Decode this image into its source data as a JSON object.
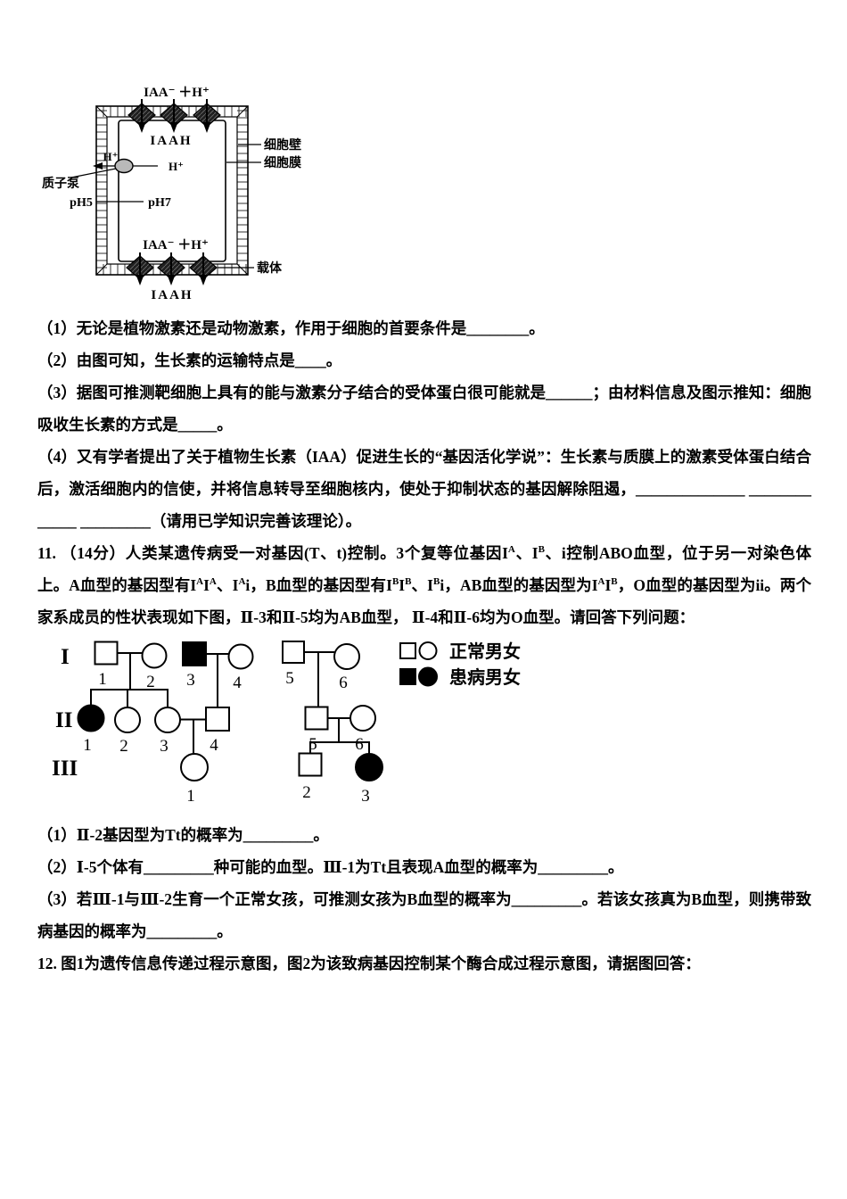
{
  "page": {
    "paper_color": "#ffffff",
    "ink_color": "#000000"
  },
  "auxin_figure": {
    "top_reaction": "IAA⁻ ＋H⁺",
    "top_inside": "IAAH",
    "h_plus_wall": "H⁺",
    "h_plus_pump": "H⁺",
    "proton_pump": "质子泵",
    "ph_outside": "pH5",
    "ph_inside": "pH7",
    "cell_wall": "细胞壁",
    "cell_membrane": "细胞膜",
    "bottom_reaction": "IAA⁻ ＋H⁺",
    "bottom_outside": "IAAH",
    "carrier": "载体"
  },
  "questions": {
    "auxin": {
      "part1": "（1）无论是植物激素还是动物激素，作用于细胞的首要条件是________。",
      "part2": "（2）由图可知，生长素的运输特点是____。",
      "part3": "（3）据图可推测靶细胞上具有的能与激素分子结合的受体蛋白很可能就是______；由材料信息及图示推知：细胞吸收生长素的方式是_____。",
      "part4": "（4）又有学者提出了关于植物生长素（IAA）促进生长的“基因活化学说”：生长素与质膜上的激素受体蛋白结合后，激活细胞内的信使，并将信息转导至细胞核内，使处于抑制状态的基因解除阻遏，______________ _____________ _________（请用已学知识完善该理论）。"
    },
    "q11": {
      "intro_segments": [
        {
          "t": "11. （14分）人类某遗传病受一对基因(T、t)控制。3个复等位基因I"
        },
        {
          "t": "A",
          "sup": true
        },
        {
          "t": "、I"
        },
        {
          "t": "B",
          "sup": true
        },
        {
          "t": "、i控制ABO血型，位于另一对染色体上。A血型的基因型有I"
        },
        {
          "t": "A",
          "sup": true
        },
        {
          "t": "I"
        },
        {
          "t": "A",
          "sup": true
        },
        {
          "t": "、I"
        },
        {
          "t": "A",
          "sup": true
        },
        {
          "t": "i，B血型的基因型有I"
        },
        {
          "t": "B",
          "sup": true
        },
        {
          "t": "I"
        },
        {
          "t": "B",
          "sup": true
        },
        {
          "t": "、I"
        },
        {
          "t": "B",
          "sup": true
        },
        {
          "t": "i，AB血型的基因型为I"
        },
        {
          "t": "A",
          "sup": true
        },
        {
          "t": "I"
        },
        {
          "t": "B",
          "sup": true
        },
        {
          "t": "，O血型的基因型为ii。两个家系成员的性状表现如下图，Ⅱ-3和Ⅱ-5均为AB血型， Ⅱ-4和Ⅱ-6均为O血型。请回答下列问题："
        }
      ],
      "part1": "（1）Ⅱ-2基因型为Tt的概率为_________。",
      "part2": "（2）Ⅰ-5个体有_________种可能的血型。Ⅲ-1为Tt且表现A血型的概率为_________。",
      "part3": "（3）若Ⅲ-1与Ⅲ-2生育一个正常女孩，可推测女孩为B血型的概率为_________。若该女孩真为B血型，则携带致病基因的概率为_________。"
    },
    "q12": {
      "intro": "12. 图1为遗传信息传递过程示意图，图2为该致病基因控制某个酶合成过程示意图，请据图回答："
    }
  },
  "pedigree": {
    "generations": [
      "I",
      "II",
      "III"
    ],
    "legend": [
      {
        "label": "正常男女"
      },
      {
        "label": "患病男女"
      }
    ],
    "individuals": [
      {
        "id": "I-1",
        "shape": "square",
        "affected": false,
        "num": "1"
      },
      {
        "id": "I-2",
        "shape": "circle",
        "affected": false,
        "num": "2"
      },
      {
        "id": "I-3",
        "shape": "square",
        "affected": true,
        "num": "3"
      },
      {
        "id": "I-4",
        "shape": "circle",
        "affected": false,
        "num": "4"
      },
      {
        "id": "I-5",
        "shape": "square",
        "affected": false,
        "num": "5"
      },
      {
        "id": "I-6",
        "shape": "circle",
        "affected": false,
        "num": "6"
      },
      {
        "id": "II-1",
        "shape": "circle",
        "affected": true,
        "num": "1"
      },
      {
        "id": "II-2",
        "shape": "circle",
        "affected": false,
        "num": "2"
      },
      {
        "id": "II-3",
        "shape": "circle",
        "affected": false,
        "num": "3"
      },
      {
        "id": "II-4",
        "shape": "square",
        "affected": false,
        "num": "4"
      },
      {
        "id": "II-5",
        "shape": "square",
        "affected": false,
        "num": "5"
      },
      {
        "id": "II-6",
        "shape": "circle",
        "affected": false,
        "num": "6"
      },
      {
        "id": "III-1",
        "shape": "circle",
        "affected": false,
        "num": "1"
      },
      {
        "id": "III-2",
        "shape": "square",
        "affected": false,
        "num": "2"
      },
      {
        "id": "III-3",
        "shape": "circle",
        "affected": true,
        "num": "3"
      }
    ]
  }
}
